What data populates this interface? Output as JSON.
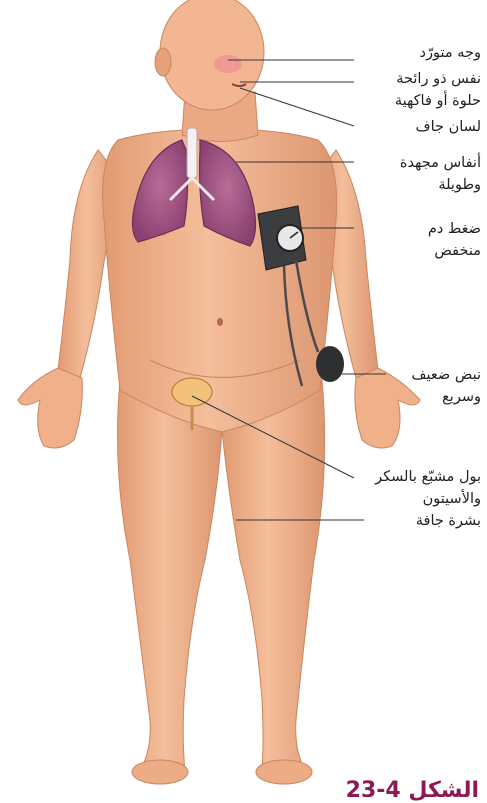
{
  "labels": [
    {
      "id": "flushed-face",
      "lines": [
        "وجه متورّد"
      ]
    },
    {
      "id": "fruity-breath",
      "lines": [
        "نفس ذو رائحة",
        "حلوة أو فاكهية"
      ]
    },
    {
      "id": "dry-tongue",
      "lines": [
        "لسان جاف"
      ]
    },
    {
      "id": "labored-breathing",
      "lines": [
        "أنفاس مجهدة",
        "وطويلة"
      ]
    },
    {
      "id": "low-blood-pressure",
      "lines": [
        "ضغط دم",
        "منخفض"
      ]
    },
    {
      "id": "weak-rapid-pulse",
      "lines": [
        "نبض ضعيف",
        "وسريع"
      ]
    },
    {
      "id": "sugar-ketone-urine",
      "lines": [
        "بول مشبّع بالسكر",
        "والأسيتون"
      ]
    },
    {
      "id": "dry-skin",
      "lines": [
        "بشرة جافة"
      ]
    }
  ],
  "caption": "الشكل 4-23",
  "colors": {
    "skin": "#f0b48e",
    "skin_shadow": "#d98f68",
    "lung": "#a0557f",
    "lung_dark": "#6e2f56",
    "cuff": "#3b3d40",
    "leader_line": "#333333",
    "caption": "#8c1a55"
  }
}
